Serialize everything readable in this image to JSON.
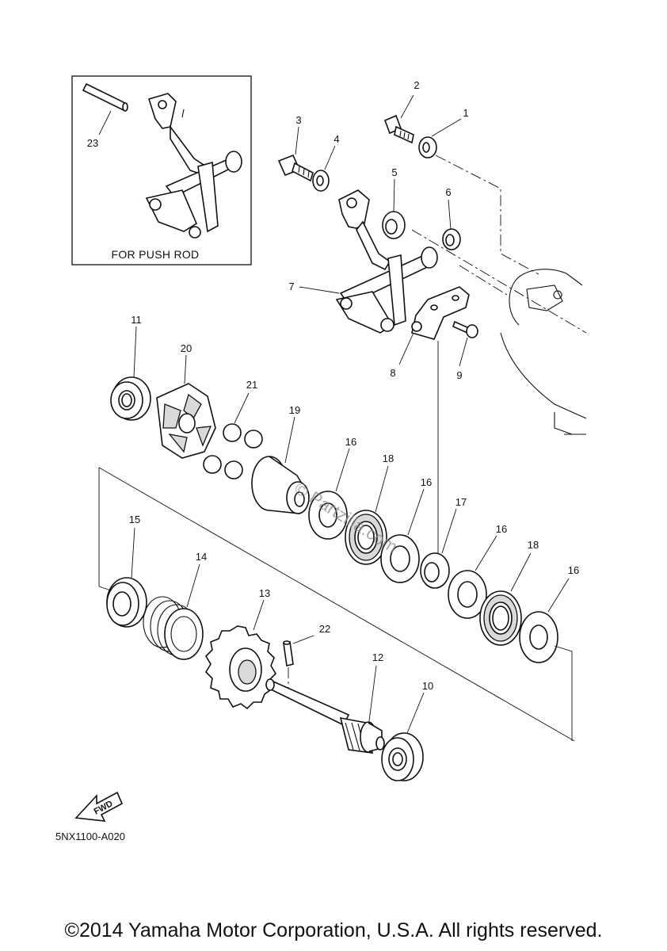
{
  "inset": {
    "label": "FOR PUSH ROD",
    "part_number": "23"
  },
  "parts": {
    "p1": "1",
    "p2": "2",
    "p3": "3",
    "p4": "4",
    "p5": "5",
    "p6": "6",
    "p7": "7",
    "p8": "8",
    "p9": "9",
    "p10": "10",
    "p11": "11",
    "p12": "12",
    "p13": "13",
    "p14": "14",
    "p15": "15",
    "p16a": "16",
    "p16b": "16",
    "p16c": "16",
    "p16d": "16",
    "p17": "17",
    "p18a": "18",
    "p18b": "18",
    "p19": "19",
    "p20": "20",
    "p21": "21",
    "p22": "22"
  },
  "fwd_label": "FWD",
  "diagram_code": "5NX1100-A020",
  "watermark": "© Partzilla.com",
  "copyright": "©2014 Yamaha Motor Corporation, U.S.A. All rights reserved."
}
